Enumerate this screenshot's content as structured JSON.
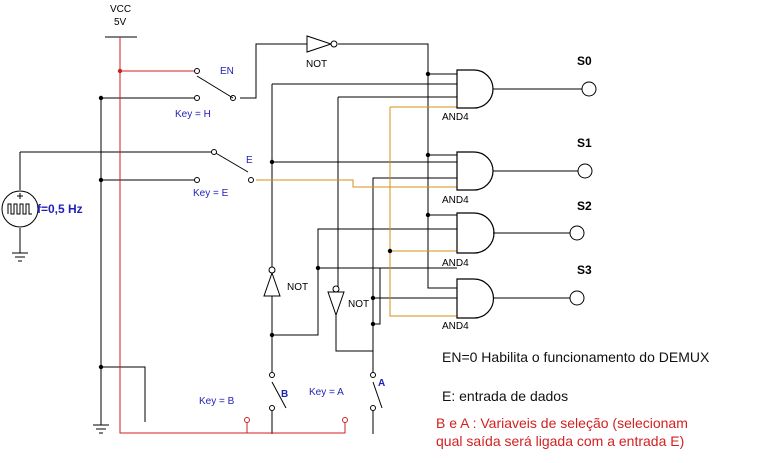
{
  "colors": {
    "wire": "#000000",
    "vcc_wire": "#cc2222",
    "data_wire": "#d4901a",
    "label_blue": "#1f1fb8",
    "note_red": "#d42020"
  },
  "supply": {
    "name": "VCC",
    "voltage": "5V"
  },
  "source": {
    "label": "f=0,5 Hz"
  },
  "switches": {
    "en": {
      "label": "EN",
      "key": "Key = H"
    },
    "e": {
      "label": "E",
      "key": "Key = E"
    },
    "b": {
      "label": "B",
      "key": "Key = B"
    },
    "a": {
      "label": "A",
      "key": "Key = A"
    }
  },
  "gates": {
    "not_top": "NOT",
    "not_b": "NOT",
    "not_a": "NOT",
    "and": [
      "AND4",
      "AND4",
      "AND4",
      "AND4"
    ]
  },
  "outputs": [
    "S0",
    "S1",
    "S2",
    "S3"
  ],
  "notes": {
    "en": "EN=0 Habilita o funcionamento do DEMUX",
    "e": "E: entrada de dados",
    "sel_line1": "B e A : Variaveis de seleção (selecionam",
    "sel_line2": "qual saída será ligada com a entrada  E)"
  }
}
